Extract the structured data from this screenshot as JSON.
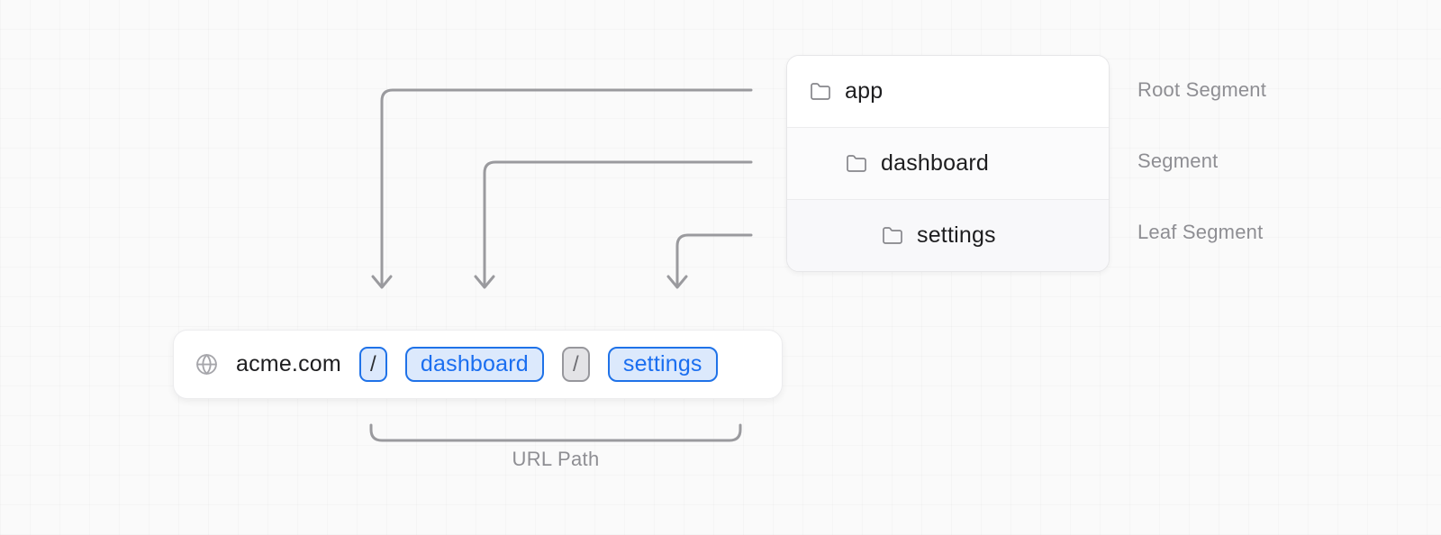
{
  "diagram_title": "route-segments-to-url-path",
  "tree_panel": {
    "rows": [
      {
        "label": "app",
        "annotation": "Root Segment",
        "depth": 0
      },
      {
        "label": "dashboard",
        "annotation": "Segment",
        "depth": 1
      },
      {
        "label": "settings",
        "annotation": "Leaf Segment",
        "depth": 2
      }
    ]
  },
  "url_bar": {
    "domain": "acme.com",
    "segments": [
      {
        "text": "/",
        "style": "highlight"
      },
      {
        "text": "dashboard",
        "style": "highlight"
      },
      {
        "text": "/",
        "style": "muted"
      },
      {
        "text": "settings",
        "style": "highlight"
      }
    ]
  },
  "bracket": {
    "label": "URL Path"
  },
  "icons": {
    "tree_row": "folder-icon",
    "url_bar": "globe-icon"
  },
  "colors": {
    "background": "#fafafa",
    "accent_blue_border": "#1f72e8",
    "accent_blue_text": "#1a6ef0",
    "accent_blue_bg": "#dce9fc",
    "muted_gray_border": "#97979c",
    "muted_gray_bg": "#e3e3e6",
    "muted_gray_text": "#6d6d72",
    "arrow_stroke": "#9a9a9e",
    "label_gray": "#8e8e93",
    "text_dark": "#1d1d1f",
    "panel_bg": "#ffffff"
  }
}
